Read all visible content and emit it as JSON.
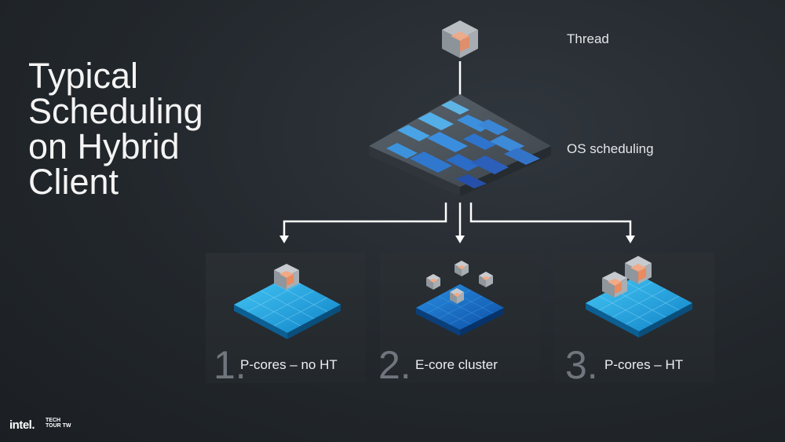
{
  "slide": {
    "title_lines": [
      "Typical",
      "Scheduling",
      "on Hybrid",
      "Client"
    ],
    "labels": {
      "thread": "Thread",
      "os": "OS scheduling"
    },
    "cases": [
      {
        "number": "1.",
        "label": "P-cores – no HT"
      },
      {
        "number": "2.",
        "label": "E-core cluster"
      },
      {
        "number": "3.",
        "label": "P-cores – HT"
      }
    ],
    "branding": {
      "logo": "intel.",
      "event": "TECH TOUR TW"
    }
  }
}
